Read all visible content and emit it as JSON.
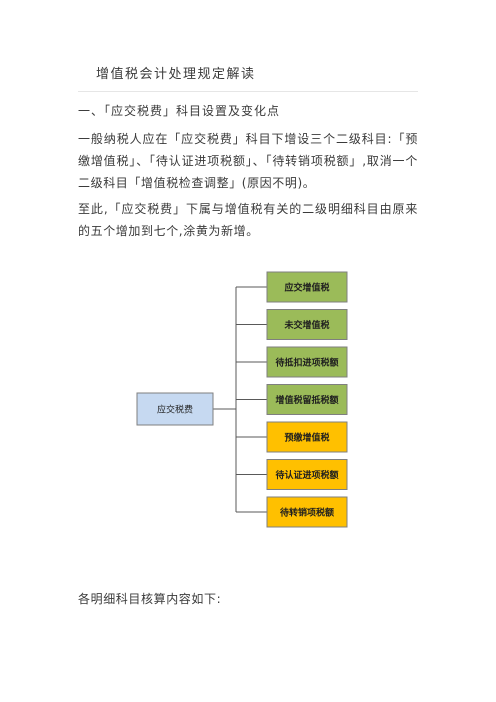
{
  "document": {
    "title": "增值税会计处理规定解读",
    "section_heading": "一、「应交税费」科目设置及变化点",
    "paragraph_1": "一般纳税人应在「应交税费」科目下增设三个二级科目:「预缴增值税」、「待认证进项税额」、「待转销项税额」,取消一个二级科目「增值税检查调整」(原因不明)。",
    "paragraph_2": "至此,「应交税费」下属与增值税有关的二级明细科目由原来的五个增加到七个,涂黄为新增。",
    "footer_line": "各明细科目核算内容如下:"
  },
  "diagram": {
    "root": "应交税费",
    "children": [
      {
        "label": "应交增值税",
        "status": "original"
      },
      {
        "label": "未交增值税",
        "status": "original"
      },
      {
        "label": "待抵扣进项税额",
        "status": "original"
      },
      {
        "label": "增值税留抵税额",
        "status": "original"
      },
      {
        "label": "预缴增值税",
        "status": "new"
      },
      {
        "label": "待认证进项税额",
        "status": "new"
      },
      {
        "label": "待转销项税额",
        "status": "new"
      }
    ],
    "colors": {
      "root_fill": "#c6d9f1",
      "original_fill": "#9bbb59",
      "new_fill": "#ffc000",
      "border": "#7f7f7f",
      "line": "#595959"
    }
  }
}
